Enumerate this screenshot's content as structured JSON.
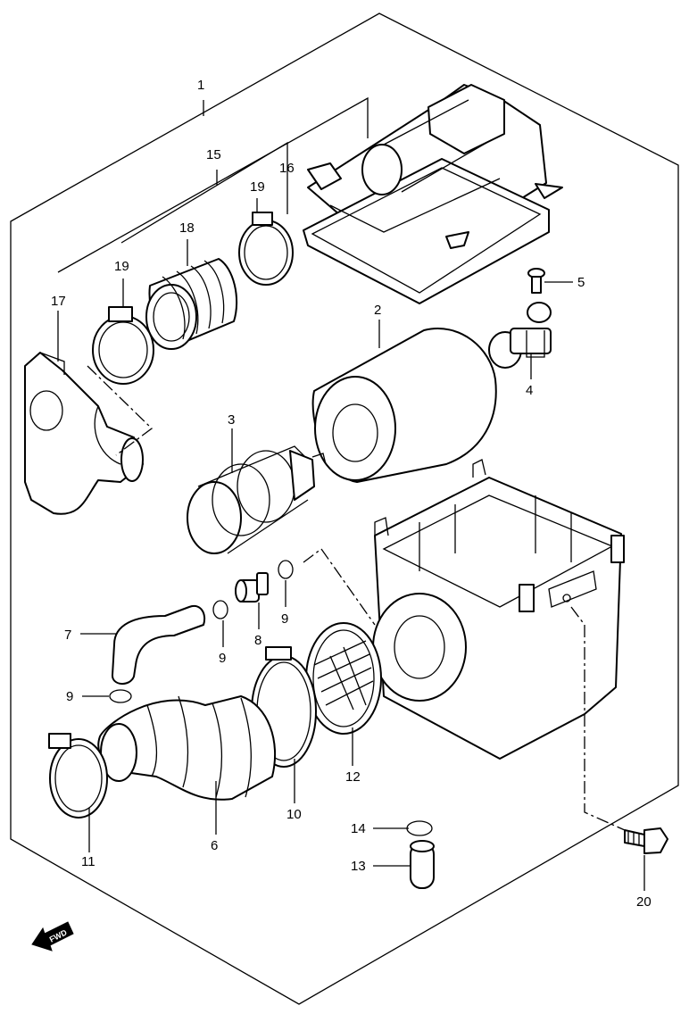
{
  "callouts": {
    "c1": "1",
    "c2": "2",
    "c3": "3",
    "c4": "4",
    "c5": "5",
    "c6": "6",
    "c7": "7",
    "c8": "8",
    "c9a": "9",
    "c9b": "9",
    "c9c": "9",
    "c10": "10",
    "c11": "11",
    "c12": "12",
    "c13": "13",
    "c14": "14",
    "c15": "15",
    "c16": "16",
    "c17": "17",
    "c18": "18",
    "c19a": "19",
    "c19b": "19",
    "c20": "20"
  },
  "fwd_label": "FWD",
  "colors": {
    "line": "#000000",
    "background": "#ffffff"
  }
}
